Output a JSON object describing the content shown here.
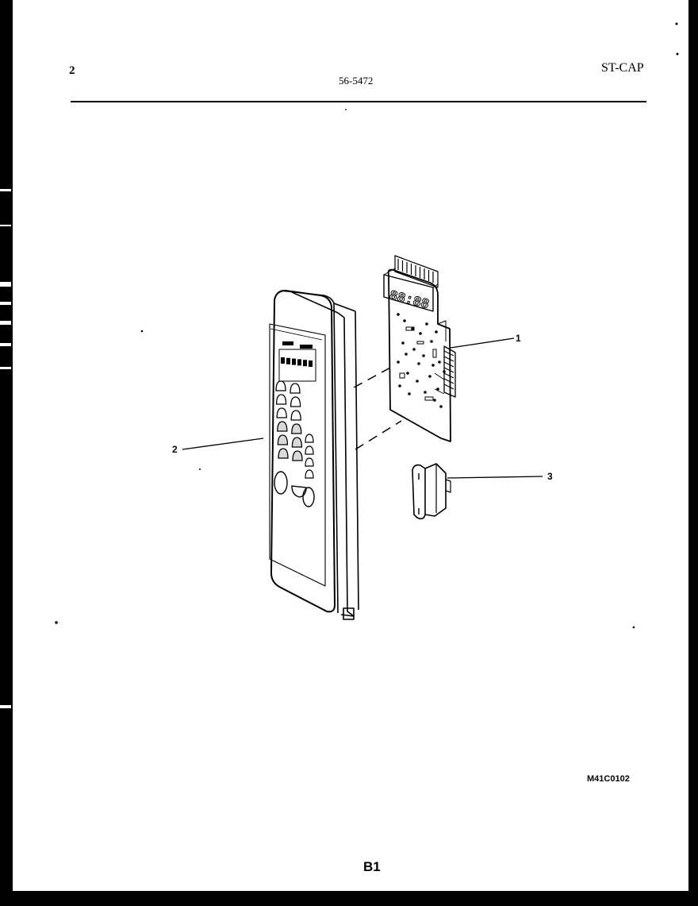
{
  "header": {
    "page_number": "2",
    "model_number": "56-5472",
    "brand_code": "ST-CAP"
  },
  "callouts": [
    {
      "label": "1"
    },
    {
      "label": "2"
    },
    {
      "label": "3"
    }
  ],
  "display_segments": "88:88",
  "footer": {
    "figure_code": "M41C0102",
    "section_code": "B1"
  },
  "colors": {
    "ink": "#000000",
    "paper": "#ffffff",
    "background": "#000000"
  }
}
